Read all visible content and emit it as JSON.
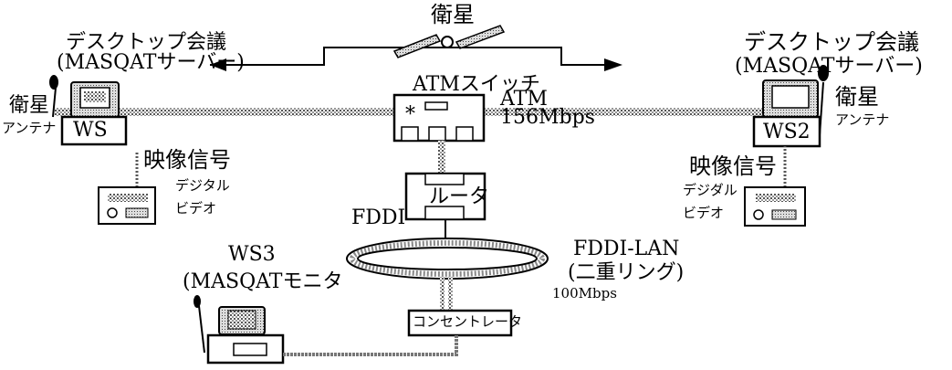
{
  "satellite_title": "衛星",
  "left": {
    "title": "デスクトップ会議",
    "server": "(MASQATサーバー)",
    "antenna_name": "衛星",
    "antenna_sub": "アンテナ",
    "ws_label": "WS",
    "video_signal": "映像信号",
    "video_line1": "デジタル",
    "video_line2": "ビデオ"
  },
  "right": {
    "title": "デスクトップ会議",
    "server": "(MASQATサーバー)",
    "antenna_name": "衛星",
    "antenna_sub": "アンテナ",
    "ws_label": "WS2",
    "video_signal": "映像信号",
    "video_line1": "デジダル",
    "video_line2": "ビデオ"
  },
  "atm_switch": {
    "title": "ATMスイッチ",
    "link": "ATM",
    "speed": "156Mbps",
    "mark": "*"
  },
  "router": {
    "label": "ルータ",
    "fddi": "FDDI"
  },
  "fddi_lan": {
    "name": "FDDI-LAN",
    "ring": "(二重リング)",
    "speed": "100Mbps"
  },
  "ws3": {
    "name": "WS3",
    "role": "(MASQATモニタ"
  },
  "concentrator": {
    "label": "コンセントレータ"
  }
}
